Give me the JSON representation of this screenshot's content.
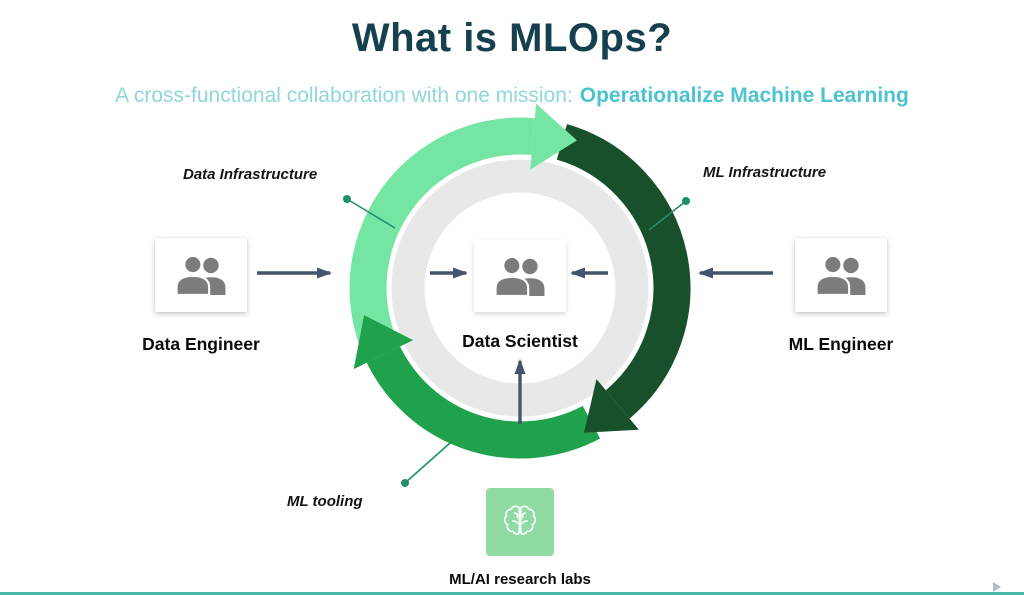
{
  "title": "What is MLOps?",
  "subtitle": {
    "text": "A cross-functional collaboration with one mission:",
    "highlight": "Operationalize Machine Learning"
  },
  "diagram": {
    "annotations": {
      "top_left": "Data Infrastructure",
      "top_right": "ML Infrastructure",
      "bottom_left": "ML tooling"
    },
    "nodes": {
      "data_engineer": "Data Engineer",
      "data_scientist": "Data Scientist",
      "ml_engineer": "ML Engineer",
      "research_labs": "ML/AI research labs"
    },
    "icons": {
      "roles": "people-icon",
      "labs": "brain-icon"
    },
    "flow": "clockwise cycle: Data Infrastructure -> ML Infrastructure -> ML tooling"
  },
  "colors": {
    "title": "#15414f",
    "subtitle": "#90d7da",
    "subtitle_highlight": "#4cc3ce",
    "arc_mint": "#74e5a2",
    "arc_dark": "#17502a",
    "arc_green": "#20a24d",
    "ring_gray": "#e8e8e8",
    "arrow": "#44546a",
    "leader": "#20906b",
    "icon_gray": "#7c7c7c",
    "labs_bg": "#8fdba3",
    "bottom_bar": "#35b0a2"
  }
}
